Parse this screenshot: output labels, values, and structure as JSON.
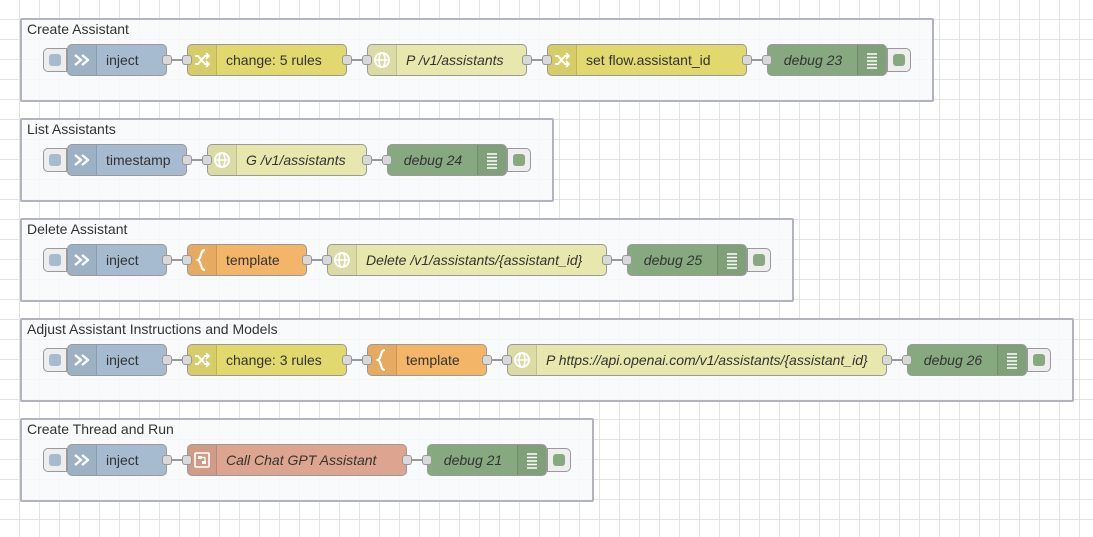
{
  "colors": {
    "inject": "#a6bbcf",
    "change": "#e2d96e",
    "http": "#e7e7ae",
    "debug": "#87a980",
    "template": "#f3b567",
    "subflow": "#dda58f",
    "wire": "#999999",
    "group_border": "#b2b3bf"
  },
  "groups": [
    {
      "label": "Create Assistant",
      "nodes": [
        {
          "type": "inject",
          "label": "inject",
          "icon": "arrow-in-icon"
        },
        {
          "type": "change",
          "label": "change: 5 rules",
          "icon": "shuffle-icon"
        },
        {
          "type": "http",
          "label": "P /v1/assistants",
          "icon": "globe-icon"
        },
        {
          "type": "change",
          "label": "set flow.assistant_id",
          "icon": "shuffle-icon"
        },
        {
          "type": "debug",
          "label": "debug 23",
          "icon": "list-icon"
        }
      ]
    },
    {
      "label": "List Assistants",
      "nodes": [
        {
          "type": "inject",
          "label": "timestamp",
          "icon": "arrow-in-icon"
        },
        {
          "type": "http",
          "label": "G /v1/assistants",
          "icon": "globe-icon"
        },
        {
          "type": "debug",
          "label": "debug 24",
          "icon": "list-icon"
        }
      ]
    },
    {
      "label": "Delete Assistant",
      "nodes": [
        {
          "type": "inject",
          "label": "inject",
          "icon": "arrow-in-icon"
        },
        {
          "type": "template",
          "label": "template",
          "icon": "brace-icon"
        },
        {
          "type": "http",
          "label": "Delete /v1/assistants/{assistant_id}",
          "icon": "globe-icon"
        },
        {
          "type": "debug",
          "label": "debug 25",
          "icon": "list-icon"
        }
      ]
    },
    {
      "label": "Adjust Assistant Instructions and Models",
      "nodes": [
        {
          "type": "inject",
          "label": "inject",
          "icon": "arrow-in-icon"
        },
        {
          "type": "change",
          "label": "change: 3 rules",
          "icon": "shuffle-icon"
        },
        {
          "type": "template",
          "label": "template",
          "icon": "brace-icon"
        },
        {
          "type": "http",
          "label": "P https://api.openai.com/v1/assistants/{assistant_id}",
          "icon": "globe-icon"
        },
        {
          "type": "debug",
          "label": "debug 26",
          "icon": "list-icon"
        }
      ]
    },
    {
      "label": "Create Thread and Run",
      "nodes": [
        {
          "type": "inject",
          "label": "inject",
          "icon": "arrow-in-icon"
        },
        {
          "type": "subflow",
          "label": "Call Chat GPT Assistant",
          "icon": "subflow-icon"
        },
        {
          "type": "debug",
          "label": "debug 21",
          "icon": "list-icon"
        }
      ]
    }
  ]
}
